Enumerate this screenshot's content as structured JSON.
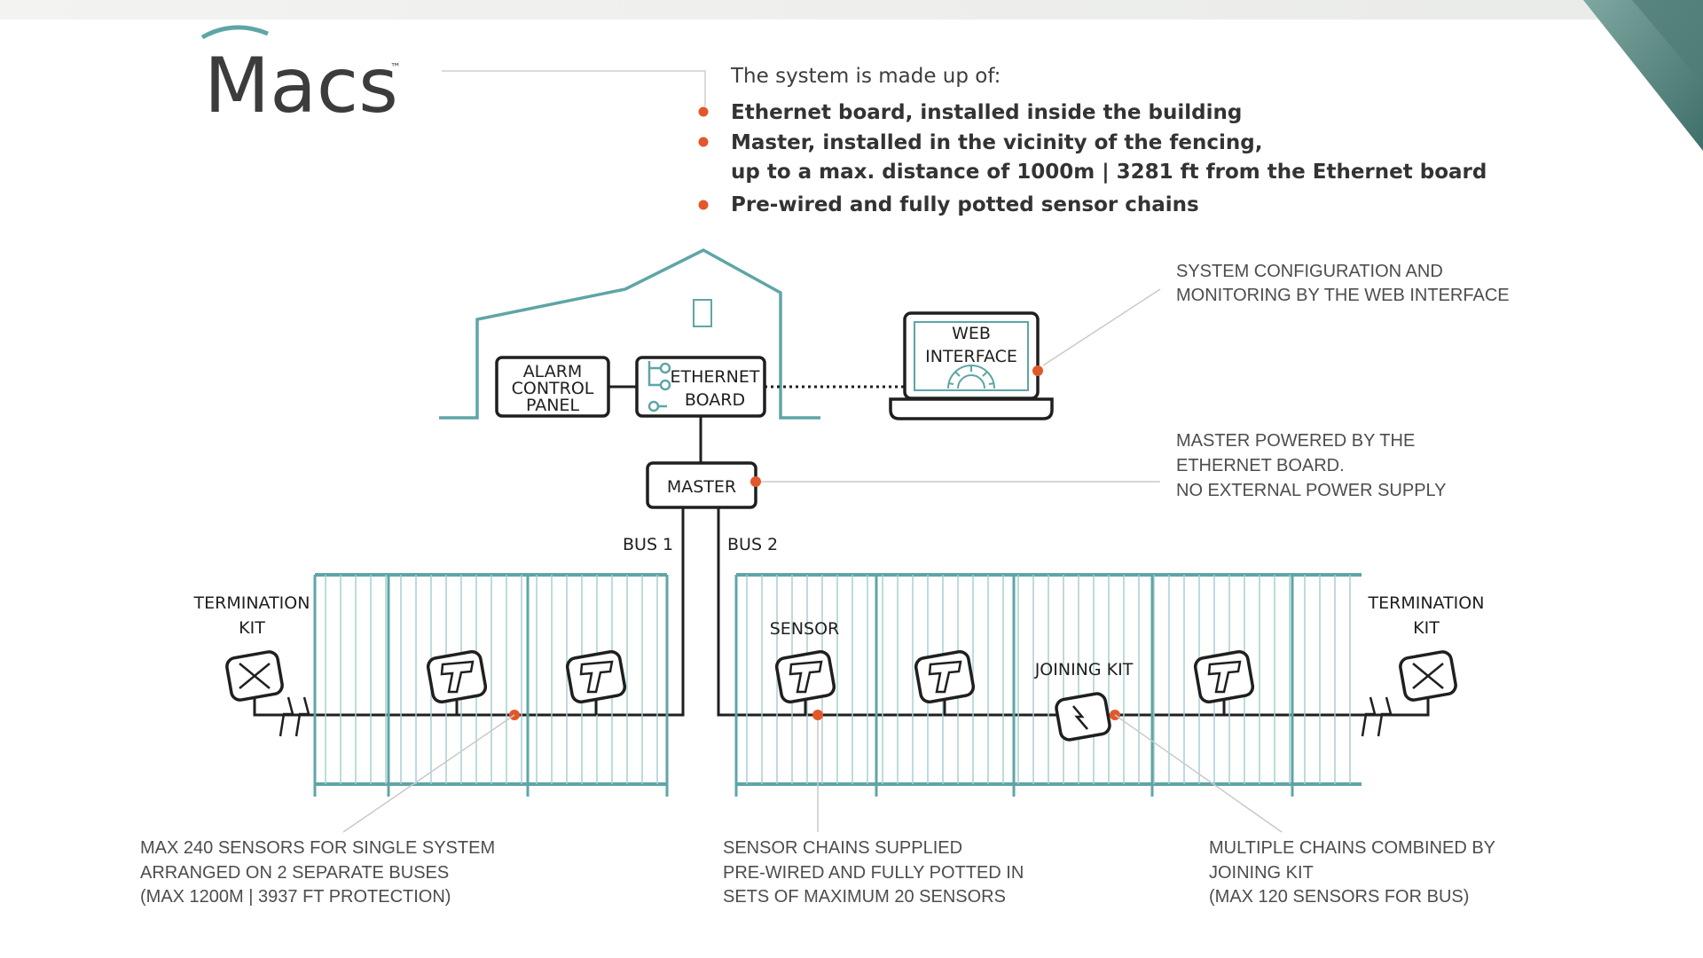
{
  "logo": {
    "name": "Macs",
    "trademark": "™"
  },
  "intro": {
    "heading": "The system is made up of:",
    "bullets": [
      "Ethernet board, installed inside the building",
      "Master, installed in the vicinity of the fencing,",
      "Pre-wired and fully potted sensor chains"
    ],
    "bullet2_line2": "up to a max. distance of 1000m | 3281 ft from the Ethernet board"
  },
  "building": {
    "alarm_panel": [
      "ALARM",
      "CONTROL",
      "PANEL"
    ],
    "ethernet_board": [
      "ETHERNET",
      "BOARD"
    ]
  },
  "laptop": {
    "label": [
      "WEB",
      "INTERFACE"
    ]
  },
  "master": {
    "label": "MASTER"
  },
  "buses": {
    "bus1": "BUS 1",
    "bus2": "BUS 2"
  },
  "fence_labels": {
    "termination_left": [
      "TERMINATION",
      "KIT"
    ],
    "termination_right": [
      "TERMINATION",
      "KIT"
    ],
    "sensor": "SENSOR",
    "joining_kit": "JOINING KIT"
  },
  "annotations": {
    "web": [
      "SYSTEM CONFIGURATION AND",
      "MONITORING BY THE WEB INTERFACE"
    ],
    "master": [
      "MASTER POWERED BY THE",
      "ETHERNET BOARD.",
      "NO EXTERNAL POWER SUPPLY"
    ],
    "sensors": [
      "MAX 240 SENSORS FOR SINGLE SYSTEM",
      "ARRANGED ON 2 SEPARATE BUSES",
      "(MAX 1200M | 3937 FT PROTECTION)"
    ],
    "chains": [
      "SENSOR CHAINS  SUPPLIED",
      "PRE-WIRED AND FULLY POTTED IN",
      "SETS OF MAXIMUM 20 SENSORS"
    ],
    "joining": [
      "MULTIPLE CHAINS COMBINED BY",
      "JOINING KIT",
      "(MAX 120 SENSORS FOR BUS)"
    ]
  },
  "colors": {
    "teal": "#5fa5a6",
    "fence": "#a9cfd0",
    "orange": "#e2582a",
    "dark": "#1f1f1f"
  }
}
